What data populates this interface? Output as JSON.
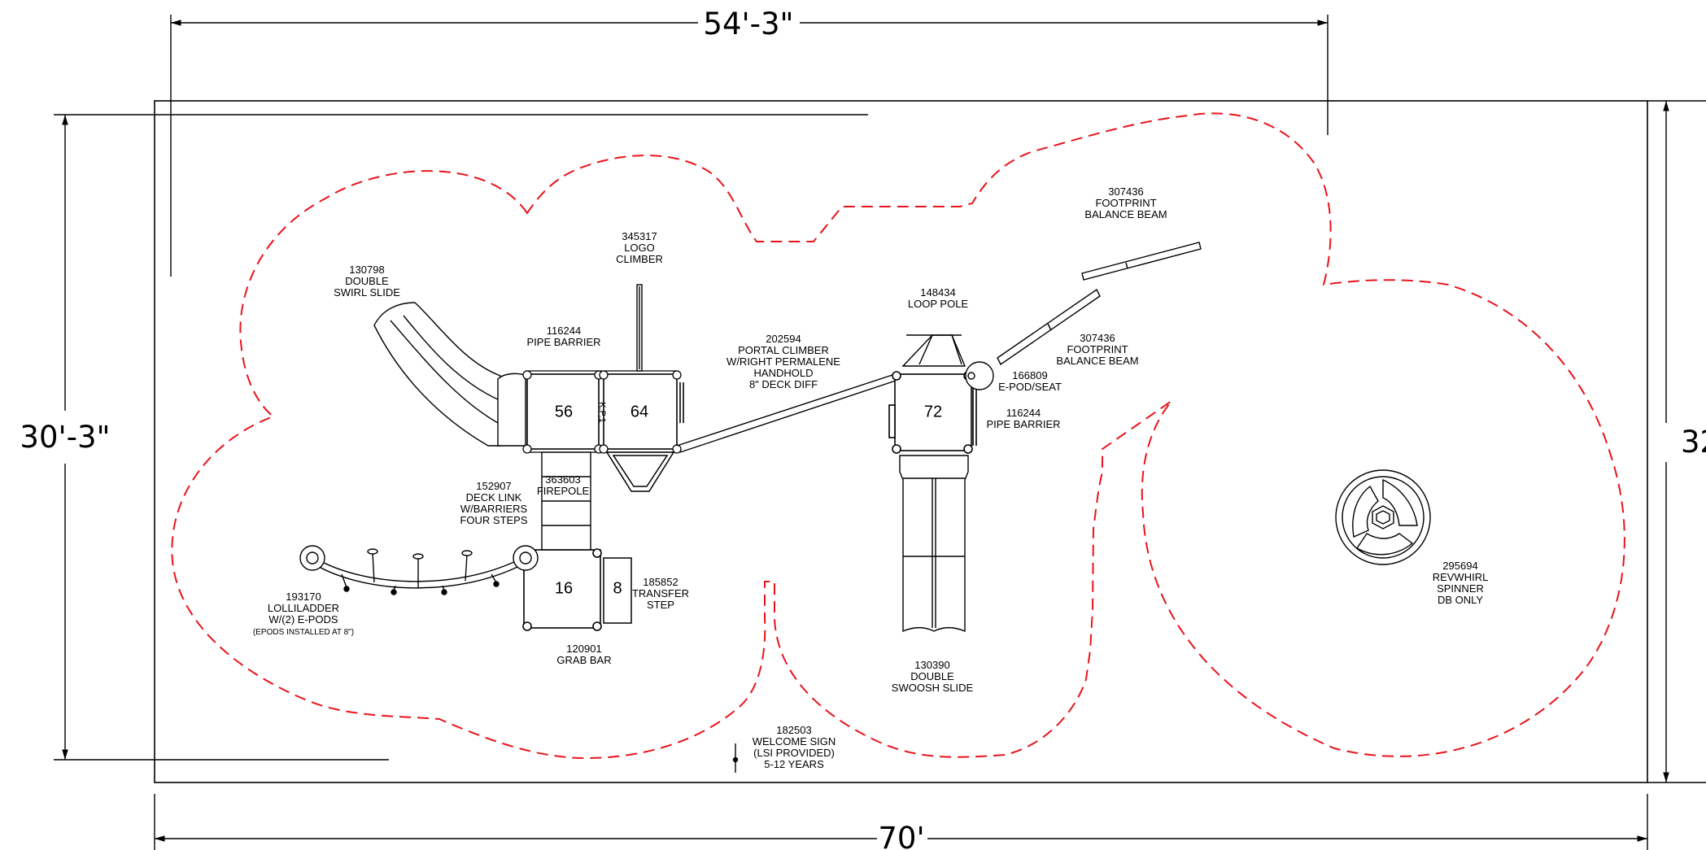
{
  "dimensions": {
    "top": "54'-3\"",
    "left": "30'-3\"",
    "right_partial": "32",
    "bottom": "70'"
  },
  "decks": {
    "d56": "56",
    "d64": "64",
    "d72": "72",
    "d16": "16",
    "d8": "8",
    "kp": "K.P.1"
  },
  "labels": {
    "swirl_slide": [
      "130798",
      "DOUBLE",
      "SWIRL SLIDE"
    ],
    "logo_climber": [
      "345317",
      "LOGO",
      "CLIMBER"
    ],
    "pipe_barrier_top": [
      "116244",
      "PIPE BARRIER"
    ],
    "portal_climber": [
      "202594",
      "PORTAL CLIMBER",
      "W/RIGHT PERMALENE",
      "HANDHOLD",
      "8\" DECK DIFF"
    ],
    "loop_pole": [
      "148434",
      "LOOP POLE"
    ],
    "balance_beam_1": [
      "307436",
      "FOOTPRINT",
      "BALANCE BEAM"
    ],
    "balance_beam_2": [
      "307436",
      "FOOTPRINT",
      "BALANCE BEAM"
    ],
    "epod_seat": [
      "166809",
      "E-POD/SEAT"
    ],
    "pipe_barrier_right": [
      "116244",
      "PIPE BARRIER"
    ],
    "firepole": [
      "363603",
      "FIREPOLE"
    ],
    "deck_link": [
      "152907",
      "DECK LINK",
      "W/BARRIERS",
      "FOUR STEPS"
    ],
    "lolliladder": [
      "193170",
      "LOLLILADDER",
      "W/(2) E-PODS",
      "(EPODS INSTALLED AT 8\")"
    ],
    "transfer_step": [
      "185852",
      "TRANSFER",
      "STEP"
    ],
    "grab_bar": [
      "120901",
      "GRAB BAR"
    ],
    "swoosh_slide": [
      "130390",
      "DOUBLE",
      "SWOOSH SLIDE"
    ],
    "welcome_sign": [
      "182503",
      "WELCOME SIGN",
      "(LSI PROVIDED)",
      "5-12 YEARS"
    ],
    "spinner": [
      "295694",
      "REVWHIRL",
      "SPINNER",
      "DB ONLY"
    ]
  },
  "colors": {
    "line": "#000000",
    "safety_zone": "#e8141c"
  }
}
